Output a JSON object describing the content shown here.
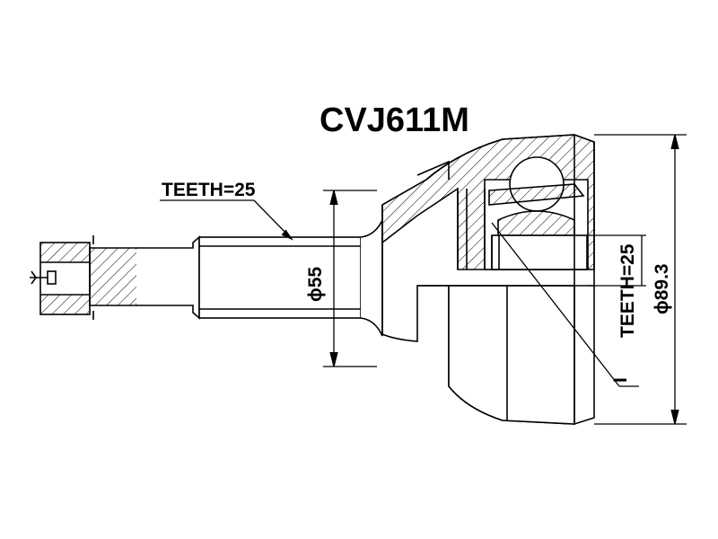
{
  "title": "CVJ611M",
  "labels": {
    "outer_teeth": "TEETH=25",
    "shaft_diameter": "ϕ55",
    "inner_teeth": "TEETH=25",
    "outer_diameter": "ϕ89.3",
    "marker": "I"
  },
  "colors": {
    "line": "#000000",
    "background": "#ffffff"
  }
}
